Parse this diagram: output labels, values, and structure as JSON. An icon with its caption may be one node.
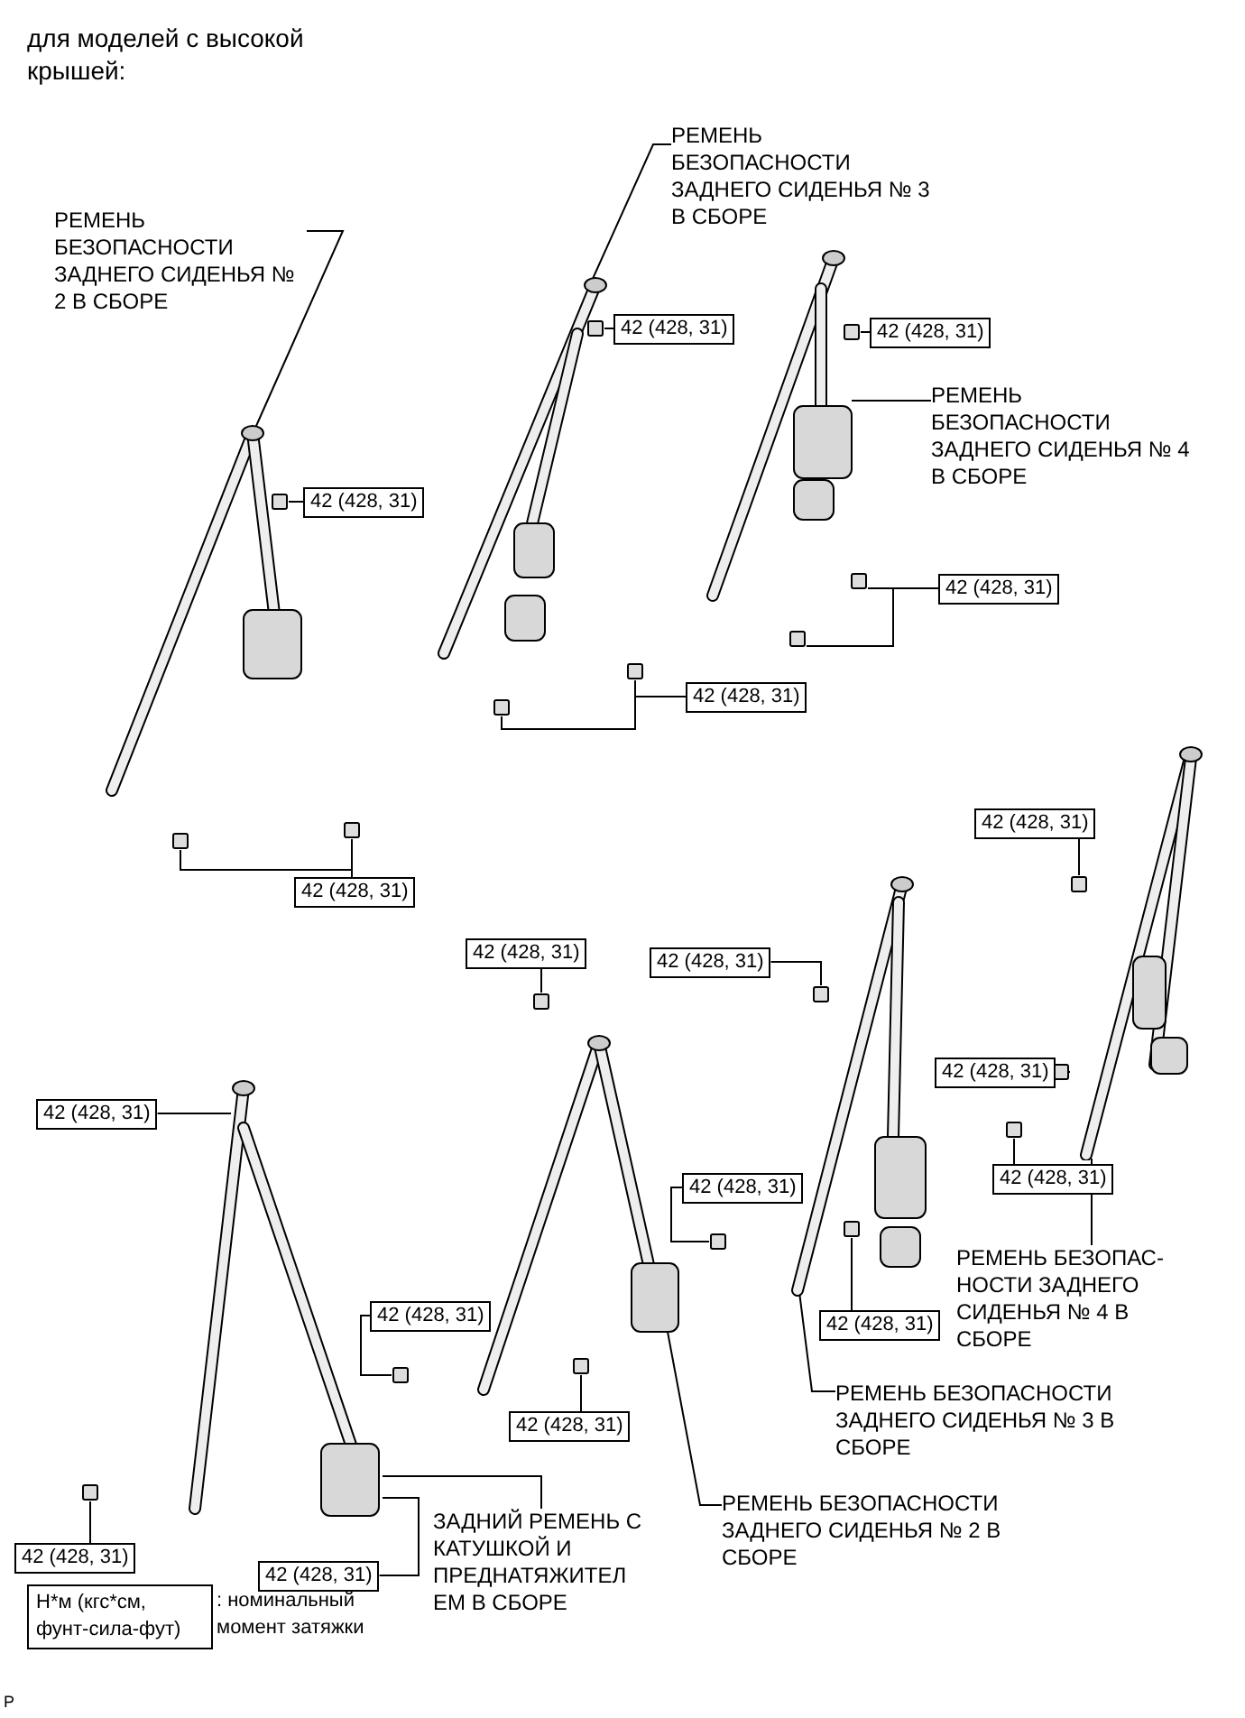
{
  "diagram": {
    "title": "для моделей с высокой крышей:",
    "nodes": [
      {
        "text": [
          "РЕМЕНЬ БЕЗОПАСНОСТИ ЗАДНЕГО СИДЕНЬЯ № 2 В СБОРЕ"
        ]
      },
      {
        "text": [
          "РЕМЕНЬ БЕЗОПАСНОСТИ ЗАДНЕГО СИДЕНЬЯ № 3 В СБОРЕ"
        ]
      },
      {
        "text": [
          "РЕМЕНЬ БЕЗОПАСНОСТИ ЗАДНЕГО СИДЕНЬЯ № 4 В СБОРЕ"
        ]
      },
      {
        "text": [],
        "shape": "picture"
      },
      {
        "text": [],
        "shape": "picture"
      },
      {
        "text": [],
        "shape": "picture"
      },
      {
        "text": [
          "42 (428, 31)"
        ]
      },
      {
        "text": [
          "42 (428, 31)"
        ]
      },
      {
        "text": [
          "42 (428, 31)"
        ]
      },
      {
        "text": [
          "42 (428, 31)"
        ]
      },
      {
        "text": [
          "42 (428, 31)"
        ]
      },
      {
        "text": [
          "42 (428, 31)"
        ]
      },
      {
        "text": [],
        "shape": "picture"
      },
      {
        "text": [],
        "shape": "picture"
      },
      {
        "text": [],
        "shape": "picture"
      },
      {
        "text": [],
        "shape": "picture"
      },
      {
        "text": [
          "ЗАДНИЙ РЕМЕНЬ С КАТУШКОЙ И ПРЕДНАТЯЖИТЕЛ ЕМ В СБОРЕ"
        ]
      },
      {
        "text": [
          "РЕМЕНЬ БЕЗОПАСНОСТИ ЗАДНЕГО СИДЕНЬЯ № 2 В СБОРЕ"
        ]
      },
      {
        "text": [
          "РЕМЕНЬ БЕЗОПАСНОСТИ ЗАДНЕГО СИДЕНЬЯ № 3 В СБОРЕ"
        ]
      },
      {
        "text": [
          "РЕМЕНЬ БЕЗОПАС- НОСТИ ЗАДНЕГО СИДЕНЬЯ № 4 В СБОРЕ"
        ]
      },
      {
        "text": [
          "42 (428, 31)"
        ]
      },
      {
        "text": [
          "42 (428, 31)"
        ]
      },
      {
        "text": [
          "42 (428, 31)"
        ]
      },
      {
        "text": [
          "42 (428, 31)"
        ]
      },
      {
        "text": [
          "42 (428, 31)"
        ]
      },
      {
        "text": [
          "42 (428, 31)"
        ]
      },
      {
        "text": [
          "42 (428, 31)"
        ]
      },
      {
        "text": [
          "42 (428, 31)"
        ]
      },
      {
        "text": [
          "42 (428, 31)"
        ]
      },
      {
        "text": [
          "42 (428, 31)"
        ]
      },
      {
        "text": [
          "42 (428, 31)"
        ]
      },
      {
        "text": [
          "42 (428, 31)"
        ]
      }
    ],
    "edges": [
      {
        "from": 0,
        "to": 3,
        "arrow": "none"
      },
      {
        "from": 1,
        "to": 4,
        "arrow": "none"
      },
      {
        "from": 2,
        "to": 5,
        "arrow": "none"
      },
      {
        "from": 6,
        "to": 3,
        "arrow": "none"
      },
      {
        "from": 7,
        "to": 3,
        "arrow": "none"
      },
      {
        "from": 8,
        "to": 4,
        "arrow": "none"
      },
      {
        "from": 9,
        "to": 4,
        "arrow": "none"
      },
      {
        "from": 10,
        "to": 5,
        "arrow": "none"
      },
      {
        "from": 11,
        "to": 5,
        "arrow": "none"
      },
      {
        "from": 16,
        "to": 12,
        "arrow": "none"
      },
      {
        "from": 17,
        "to": 13,
        "arrow": "none"
      },
      {
        "from": 18,
        "to": 14,
        "arrow": "none"
      },
      {
        "from": 19,
        "to": 15,
        "arrow": "none"
      },
      {
        "from": 20,
        "to": 13,
        "arrow": "none"
      },
      {
        "from": 21,
        "to": 14,
        "arrow": "none"
      },
      {
        "from": 22,
        "to": 15,
        "arrow": "none"
      },
      {
        "from": 23,
        "to": 15,
        "arrow": "none"
      },
      {
        "from": 24,
        "to": 15,
        "arrow": "none"
      },
      {
        "from": 25,
        "to": 14,
        "arrow": "none"
      },
      {
        "from": 26,
        "to": 14,
        "arrow": "none"
      },
      {
        "from": 27,
        "to": 12,
        "arrow": "none"
      },
      {
        "from": 28,
        "to": 13,
        "arrow": "none"
      },
      {
        "from": 29,
        "to": 12,
        "arrow": "none"
      },
      {
        "from": 30,
        "to": 12,
        "arrow": "none"
      },
      {
        "from": 31,
        "to": 12,
        "arrow": "none"
      }
    ],
    "labels": [
      "Н*м (кгс*см, фунт-сила-фут)",
      ": номинальный момент затяжки",
      "P"
    ]
  }
}
